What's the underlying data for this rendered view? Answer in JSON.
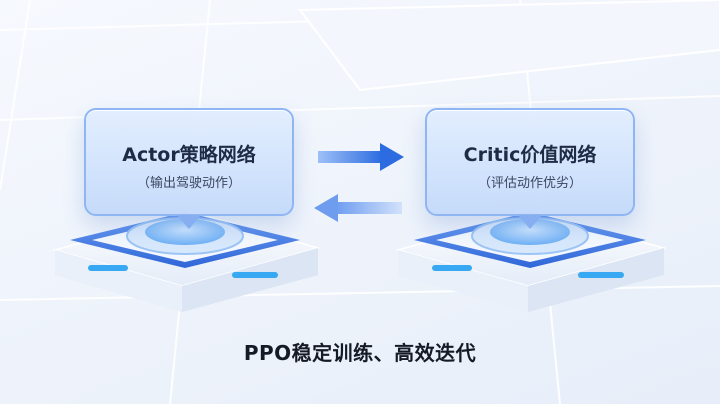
{
  "actor": {
    "title": "Actor策略网络",
    "subtitle": "（输出驾驶动作）"
  },
  "critic": {
    "title": "Critic价值网络",
    "subtitle": "（评估动作优劣）"
  },
  "caption": "PPO稳定训练、高效迭代",
  "icons": {
    "forward": "arrow-right-icon",
    "backward": "arrow-left-icon"
  },
  "colors": {
    "accent": "#2f6fe0",
    "panel": "#cfe0fb",
    "indicator": "#39a8f3",
    "text": "#1f2b45"
  }
}
